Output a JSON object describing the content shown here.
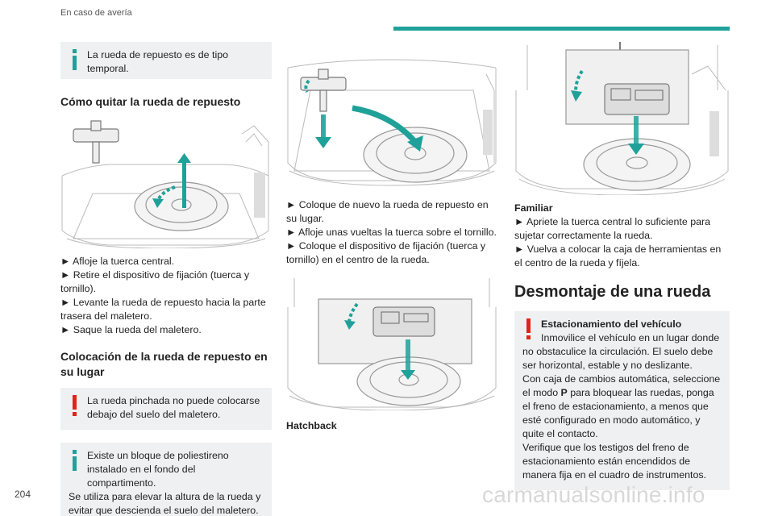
{
  "header": {
    "section": "En caso de avería",
    "accent": "#1fa19a"
  },
  "page_number": "204",
  "watermark": "carmanualsonline.info",
  "col1": {
    "info_note": "La rueda de repuesto es de tipo temporal.",
    "h_remove": "Cómo quitar la rueda de repuesto",
    "steps_remove": [
      "► Afloje la tuerca central.",
      "► Retire el dispositivo de fijación (tuerca y tornillo).",
      "► Levante la rueda de repuesto hacia la parte trasera del maletero.",
      "► Saque la rueda del maletero."
    ],
    "h_place": "Colocación de la rueda de repuesto en su lugar",
    "warn_note": "La rueda pinchada no puede colocarse debajo del suelo del maletero.",
    "info_note2_first": "Existe un bloque de poliestireno instalado en el fondo del compartimento.",
    "info_note2_rest": "Se utiliza para elevar la altura de la rueda y evitar que descienda el suelo del maletero."
  },
  "col2": {
    "steps_refit": [
      "► Coloque de nuevo la rueda de repuesto en su lugar.",
      "► Afloje unas vueltas la tuerca sobre el tornillo.",
      "► Coloque el dispositivo de fijación (tuerca y tornillo) en el centro de la rueda."
    ],
    "caption_hatchback": "Hatchback"
  },
  "col3": {
    "caption_familiar": "Familiar",
    "steps_familiar": [
      "► Apriete la tuerca central lo suficiente para sujetar correctamente la rueda.",
      "► Vuelva a colocar la caja de herramientas en el centro de la rueda y fíjela."
    ],
    "h_dismount": "Desmontaje de una rueda",
    "warn_title": "Estacionamiento del vehículo",
    "warn_first": "Inmovilice el vehículo en un lugar donde no obstaculice la circulación. El suelo debe ser horizontal, estable y no deslizante.",
    "warn_p2_a": "Con caja de cambios automática, seleccione el modo ",
    "warn_p2_bold": "P",
    "warn_p2_b": " para bloquear las ruedas, ponga el freno de estacionamiento, a menos que esté configurado en modo automático, y quite el contacto.",
    "warn_p3": "Verifique que los testigos del freno de estacionamiento están encendidos de manera fija en el cuadro de instrumentos."
  },
  "colors": {
    "info_mark": "#1fa19a",
    "warn_mark": "#e2231a",
    "note_bg": "#eef0f1"
  },
  "icons": {
    "info": "info-icon",
    "warning": "warning-icon"
  }
}
